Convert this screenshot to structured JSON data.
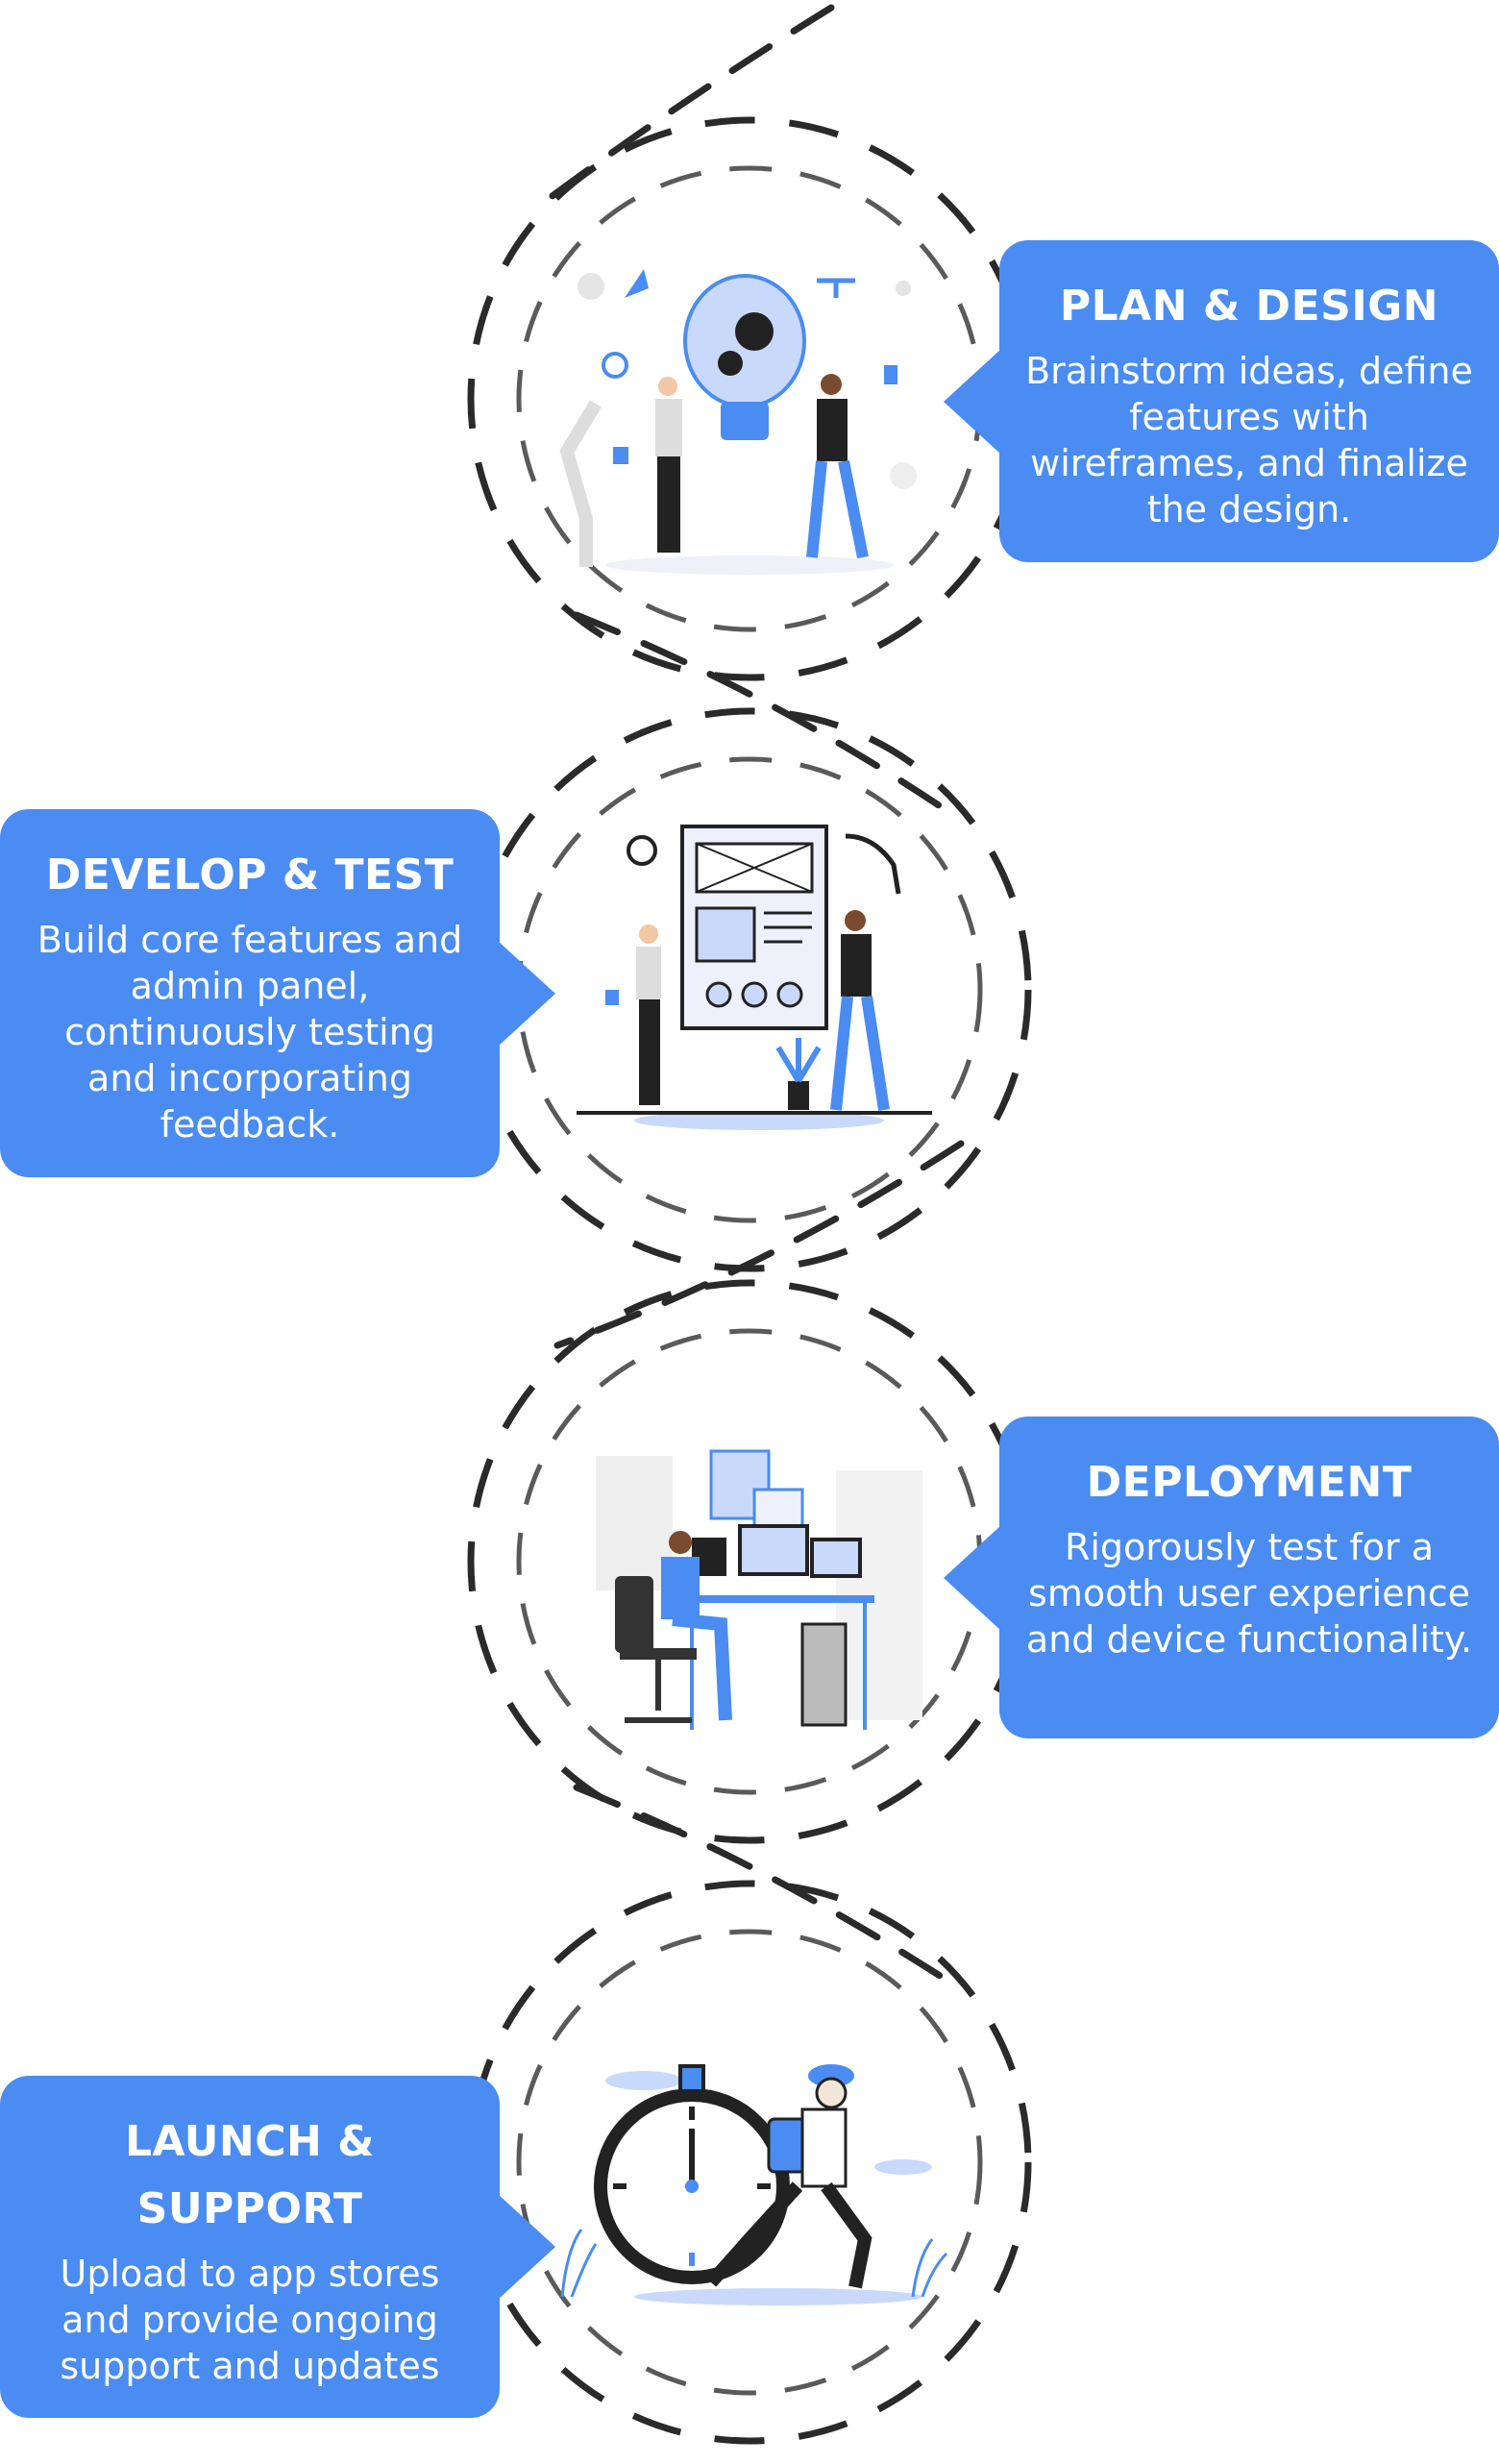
{
  "steps": [
    {
      "title": "PLAN & DESIGN",
      "description": "Brainstorm ideas, define features with wireframes, and finalize the design.",
      "illustration": "lightbulb-brainstorm-illustration"
    },
    {
      "title": "DEVELOP & TEST",
      "description": "Build core features and admin panel, continuously testing and incorporating feedback.",
      "illustration": "wireframe-board-illustration"
    },
    {
      "title": "DEPLOYMENT",
      "description": "Rigorously test for a smooth user experience and device functionality.",
      "illustration": "developer-workstation-illustration"
    },
    {
      "title": "LAUNCH & SUPPORT",
      "description": "Upload to app stores and provide ongoing support and updates",
      "illustration": "stopwatch-courier-illustration"
    }
  ],
  "colors": {
    "accent": "#4a8cf1",
    "dash_dark": "#2a2a2a",
    "dash_light": "#5a5a5a",
    "illustration_blue": "#4a8cf1",
    "illustration_light": "#c9d9fb"
  }
}
